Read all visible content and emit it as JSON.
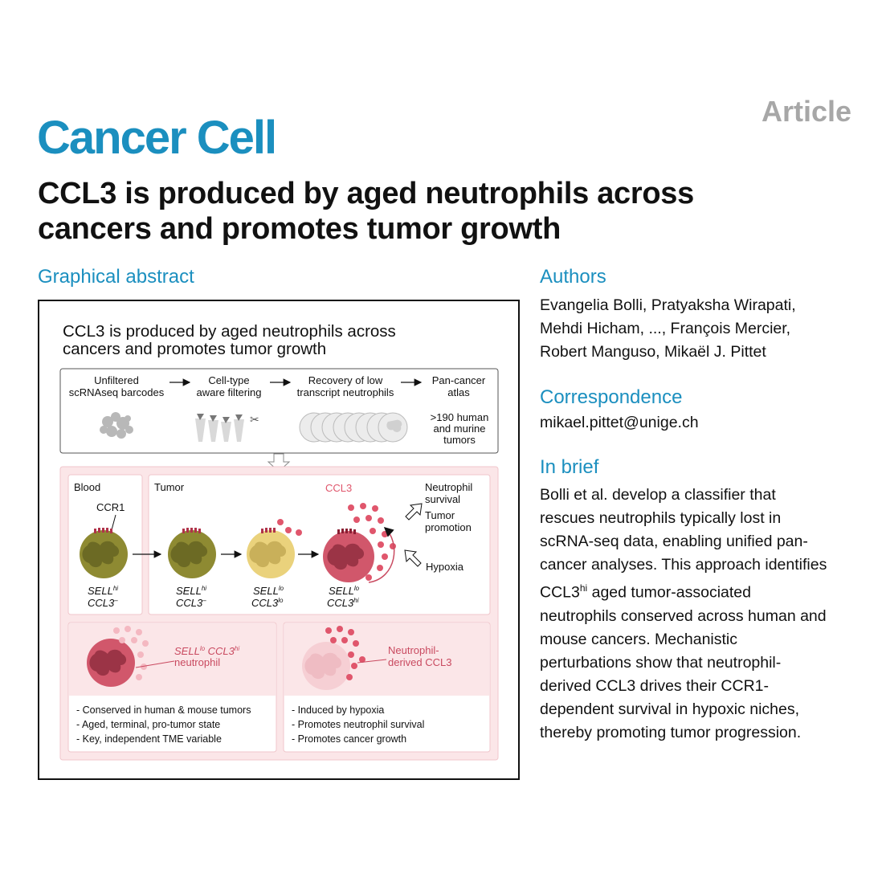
{
  "header": {
    "journal": "Cancer Cell",
    "article_type": "Article",
    "title_line1": "CCL3 is produced by aged neutrophils across",
    "title_line2": "cancers and promotes tumor growth"
  },
  "graphical_abstract": {
    "heading": "Graphical abstract",
    "title_line1": "CCL3 is produced by aged neutrophils across",
    "title_line2": "cancers and promotes tumor growth",
    "pipeline": {
      "step1_l1": "Unfiltered",
      "step1_l2": "scRNAseq barcodes",
      "step2_l1": "Cell-type",
      "step2_l2": "aware filtering",
      "step3_l1": "Recovery of low",
      "step3_l2": "transcript neutrophils",
      "step4_l1": "Pan-cancer",
      "step4_l2": "atlas",
      "atlas_l1": ">190 human",
      "atlas_l2": "and murine",
      "atlas_l3": "tumors"
    },
    "blood_label": "Blood",
    "tumor_label": "Tumor",
    "ccr1_label": "CCR1",
    "ccl3_label": "CCL3",
    "survival_l1": "Neutrophil",
    "survival_l2": "survival",
    "promotion_l1": "Tumor",
    "promotion_l2": "promotion",
    "hypoxia_label": "Hypoxia",
    "cells": [
      {
        "sell": "SELL",
        "sell_sup": "hi",
        "ccl3": "CCL3",
        "ccl3_sup": "–"
      },
      {
        "sell": "SELL",
        "sell_sup": "hi",
        "ccl3": "CCL3",
        "ccl3_sup": "–"
      },
      {
        "sell": "SELL",
        "sell_sup": "lo",
        "ccl3": "CCL3",
        "ccl3_sup": "lo"
      },
      {
        "sell": "SELL",
        "sell_sup": "lo",
        "ccl3": "CCL3",
        "ccl3_sup": "hi"
      }
    ],
    "left_panel": {
      "label_sell": "SELL",
      "label_sell_sup": "lo",
      "label_ccl3": " CCL3",
      "label_ccl3_sup": "hi",
      "label_l2": "neutrophil",
      "bullets": [
        "- Conserved in human & mouse tumors",
        "- Aged, terminal, pro-tumor state",
        "- Key, independent TME variable"
      ]
    },
    "right_panel": {
      "label_l1": "Neutrophil-",
      "label_l2": "derived CCL3",
      "bullets": [
        "- Induced by hypoxia",
        "- Promotes neutrophil survival",
        "- Promotes cancer growth"
      ]
    }
  },
  "authors": {
    "heading": "Authors",
    "line1": "Evangelia Bolli, Pratyaksha Wirapati,",
    "line2": "Mehdi Hicham, ..., François Mercier,",
    "line3": "Robert Manguso, Mikaël J. Pittet"
  },
  "correspondence": {
    "heading": "Correspondence",
    "email": "mikael.pittet@unige.ch"
  },
  "in_brief": {
    "heading": "In brief",
    "lines": [
      "Bolli et al. develop a classifier that",
      "rescues neutrophils typically lost in",
      "scRNA-seq data, enabling unified pan-",
      "cancer analyses. This approach identifies",
      "CCL3",
      "neutrophils conserved across human and",
      "mouse cancers. Mechanistic",
      "perturbations show that neutrophil-",
      "derived CCL3 drives their CCR1-",
      "dependent survival in hypoxic niches,",
      "thereby promoting tumor progression."
    ],
    "line5_sup": "hi",
    "line5_rest": " aged tumor-associated"
  },
  "colors": {
    "brand": "#1b8fbf",
    "article_gray": "#a7a7a7",
    "olive_cell": "#8e8a32",
    "yellow_cell": "#ead27c",
    "red_cell": "#d1576b",
    "ccl3_dot": "#e0566c",
    "panel_pink": "#fbe6e8"
  }
}
